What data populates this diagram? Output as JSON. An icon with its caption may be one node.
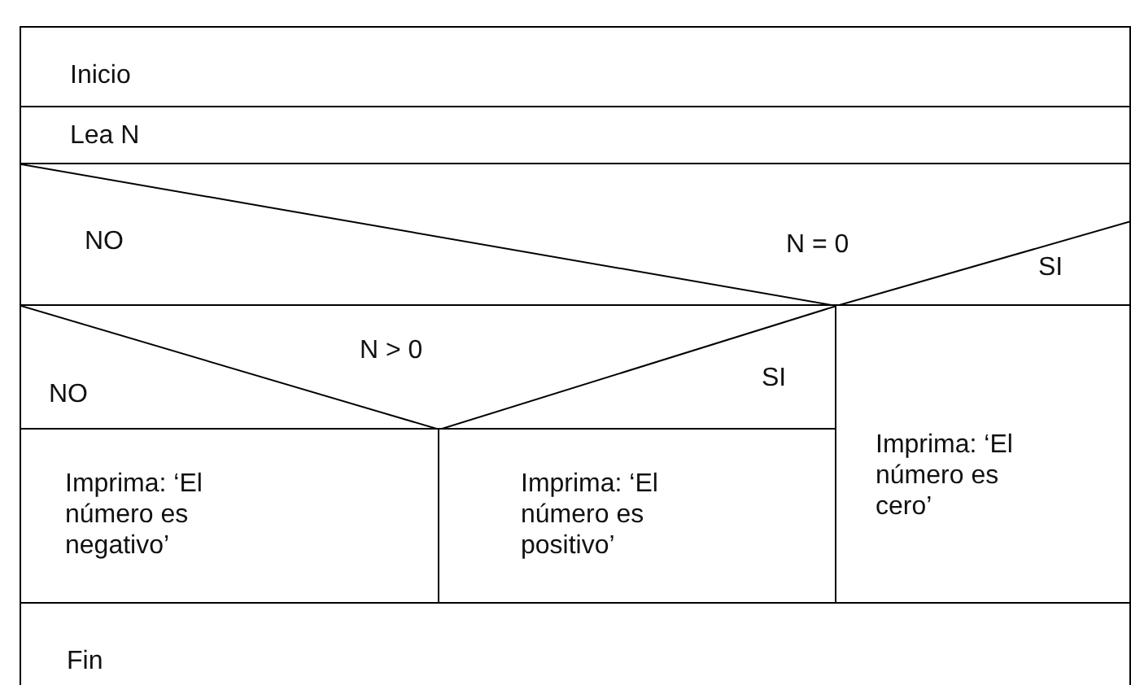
{
  "diagram": {
    "nodes": [
      {
        "text": [
          "Inicio"
        ]
      },
      {
        "text": [
          "Lea N"
        ]
      },
      {
        "text": [
          "N = 0"
        ]
      },
      {
        "text": [
          "N >  0"
        ]
      },
      {
        "text": [
          "Imprima: ‘El número es negativo’"
        ]
      },
      {
        "text": [
          "Imprima: ‘El número es positivo’"
        ]
      },
      {
        "text": [
          "Imprima: ‘El número es cero’"
        ]
      },
      {
        "text": [
          "Fin"
        ]
      }
    ],
    "edges": [],
    "labels": [
      "NO",
      "SI",
      "NO",
      "SI"
    ]
  }
}
